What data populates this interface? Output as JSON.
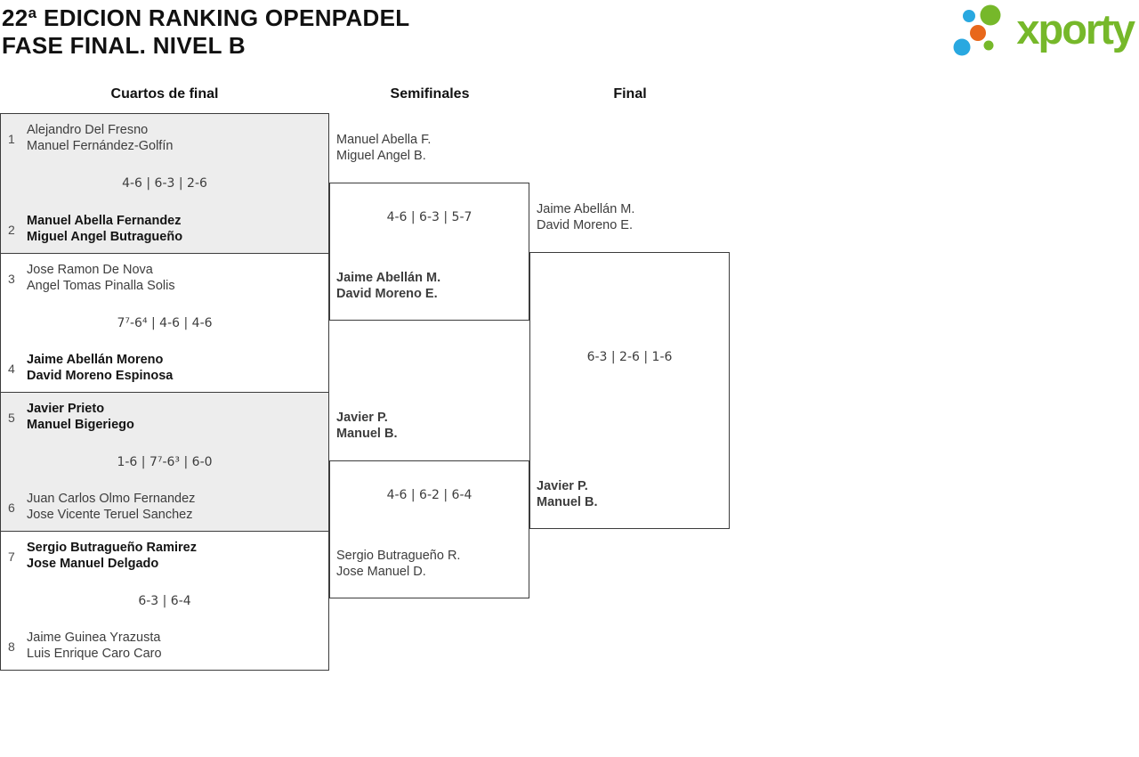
{
  "header": {
    "title_line1": "22ª EDICION RANKING OPENPADEL",
    "title_line2": "FASE FINAL. NIVEL B"
  },
  "logo": {
    "text": "xporty",
    "green": "#76b82a",
    "blue": "#29a8e0",
    "orange": "#e8671b"
  },
  "rounds": [
    {
      "label": "Cuartos de final"
    },
    {
      "label": "Semifinales"
    },
    {
      "label": "Final"
    }
  ],
  "matches": {
    "qf": [
      {
        "seed_a": "1",
        "team_a": [
          "Alejandro Del Fresno",
          "Manuel Fernández-Golfín"
        ],
        "a_winner": false,
        "score": "4-6 | 6-3 | 2-6",
        "seed_b": "2",
        "team_b": [
          "Manuel Abella Fernandez",
          "Miguel Angel Butragueño"
        ],
        "b_winner": true
      },
      {
        "seed_a": "3",
        "team_a": [
          "Jose Ramon De Nova",
          "Angel Tomas Pinalla Solis"
        ],
        "a_winner": false,
        "score": "7⁷-6⁴ | 4-6 | 4-6",
        "seed_b": "4",
        "team_b": [
          "Jaime Abellán Moreno",
          "David Moreno Espinosa"
        ],
        "b_winner": true
      },
      {
        "seed_a": "5",
        "team_a": [
          "Javier Prieto",
          "Manuel Bigeriego"
        ],
        "a_winner": true,
        "score": "1-6 | 7⁷-6³ | 6-0",
        "seed_b": "6",
        "team_b": [
          "Juan Carlos Olmo Fernandez",
          "Jose Vicente Teruel Sanchez"
        ],
        "b_winner": false
      },
      {
        "seed_a": "7",
        "team_a": [
          "Sergio Butragueño Ramirez",
          "Jose Manuel Delgado"
        ],
        "a_winner": true,
        "score": "6-3 | 6-4",
        "seed_b": "8",
        "team_b": [
          "Jaime Guinea Yrazusta",
          "Luis Enrique Caro Caro"
        ],
        "b_winner": false
      }
    ],
    "sf": [
      {
        "team_a": [
          "Manuel Abella F.",
          "Miguel Angel B."
        ],
        "a_winner": false,
        "score": "4-6 | 6-3 | 5-7",
        "team_b": [
          "Jaime Abellán M.",
          "David Moreno E."
        ],
        "b_winner": true
      },
      {
        "team_a": [
          "Javier P.",
          "Manuel B."
        ],
        "a_winner": true,
        "score": "4-6 | 6-2 | 6-4",
        "team_b": [
          "Sergio Butragueño R.",
          "Jose Manuel D."
        ],
        "b_winner": false
      }
    ],
    "final": {
      "team_a": [
        "Jaime Abellán M.",
        "David Moreno E."
      ],
      "a_winner": false,
      "score": "6-3 | 2-6 | 1-6",
      "team_b": [
        "Javier P.",
        "Manuel B."
      ],
      "b_winner": true
    }
  }
}
